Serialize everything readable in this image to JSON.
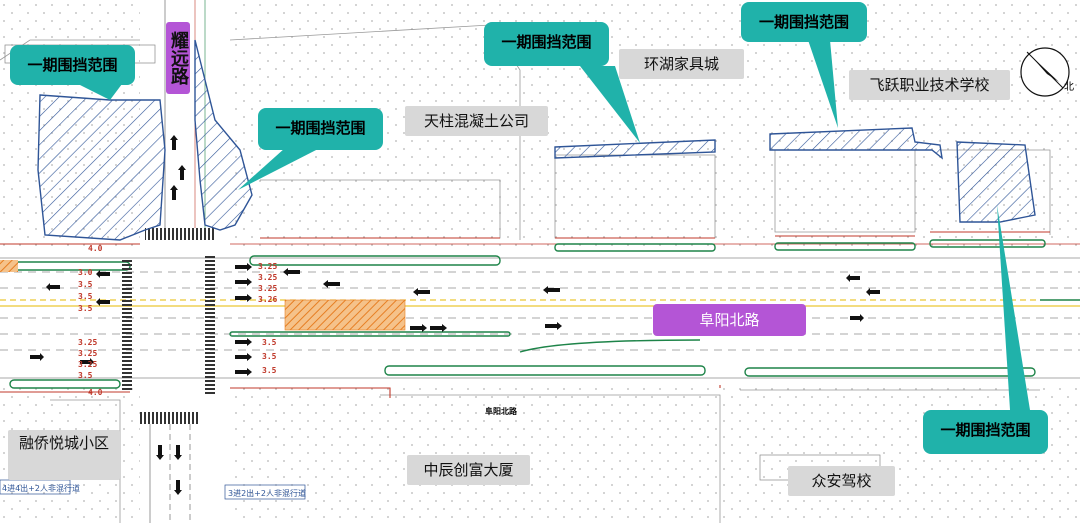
{
  "callouts": {
    "c1": "一期围挡范围",
    "c2": "一期围挡范围",
    "c3": "一期围挡范围",
    "c4": "一期围挡范围",
    "c5": "一期围挡范围"
  },
  "roads": {
    "main_road": "阜阳北路",
    "main_road_small": "阜阳北路",
    "cross_road": "耀远路"
  },
  "places": {
    "tianzhu": "天柱混凝土公司",
    "huanhu": "环湖家具城",
    "feiyue": "飞跃职业技术学校",
    "rongqiao": "融侨悦城小区",
    "zhongchen": "中辰创富大厦",
    "zhongan": "众安驾校"
  },
  "lane_widths_west": [
    "4.0",
    "3.0",
    "3.5",
    "3.5",
    "3.5",
    "3.25",
    "3.25",
    "3.25",
    "3.5",
    "4.0"
  ],
  "lane_widths_east": [
    "3.25",
    "3.25",
    "3.25",
    "3.26",
    "3.5",
    "3.5",
    "3.5"
  ],
  "note_labels": {
    "bottom_left": "4进4出+2人非混行道",
    "bottom_mid": "3进2出+2人非混行道"
  },
  "compass_label": "北",
  "colors": {
    "callout": "#20b2aa",
    "road_label": "#b455d6",
    "hatch": "#2f5597",
    "construction": "#e67e22",
    "green_line": "#1e8449",
    "red_line": "#c0392b"
  }
}
